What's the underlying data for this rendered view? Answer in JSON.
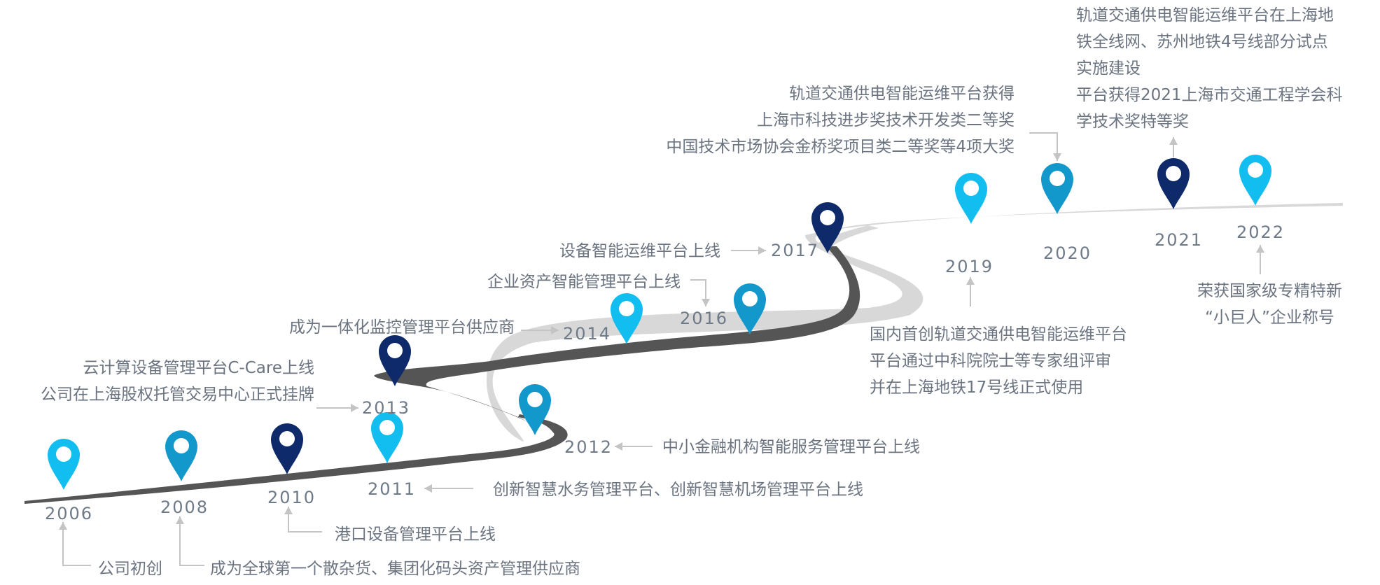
{
  "colors": {
    "road_dark": "#555555",
    "road_light": "#d8d8d8",
    "arrow": "#c4c4c4",
    "pin_light": "#12bdf0",
    "pin_mid": "#1398cc",
    "pin_dark": "#0e2a6b",
    "year_text": "#6e7a88",
    "desc_text": "#6b7480"
  },
  "milestones": [
    {
      "year": "2006",
      "pin": "light",
      "lines": [
        "公司初创"
      ]
    },
    {
      "year": "2008",
      "pin": "mid",
      "lines": [
        "成为全球第一个散杂货、集团化码头资产管理供应商"
      ]
    },
    {
      "year": "2010",
      "pin": "dark",
      "lines": [
        "港口设备管理平台上线"
      ]
    },
    {
      "year": "2011",
      "pin": "light",
      "lines": [
        "创新智慧水务管理平台、创新智慧机场管理平台上线"
      ]
    },
    {
      "year": "2012",
      "pin": "mid",
      "lines": [
        "中小金融机构智能服务管理平台上线"
      ]
    },
    {
      "year": "2013",
      "pin": "dark",
      "lines": [
        "云计算设备管理平台C-Care上线",
        "公司在上海股权托管交易中心正式挂牌"
      ]
    },
    {
      "year": "2014",
      "pin": "light",
      "lines": [
        "成为一体化监控管理平台供应商"
      ]
    },
    {
      "year": "2016",
      "pin": "mid",
      "lines": [
        "企业资产智能管理平台上线"
      ]
    },
    {
      "year": "2017",
      "pin": "dark",
      "lines": [
        "设备智能运维平台上线"
      ]
    },
    {
      "year": "2019",
      "pin": "light",
      "lines": [
        "国内首创轨道交通供电智能运维平台",
        "平台通过中科院院士等专家组评审",
        "并在上海地铁17号线正式使用"
      ]
    },
    {
      "year": "2020",
      "pin": "mid",
      "lines": [
        "轨道交通供电智能运维平台获得",
        "上海市科技进步奖技术开发类二等奖",
        "中国技术市场协会金桥奖项目类二等奖等4项大奖"
      ]
    },
    {
      "year": "2021",
      "pin": "dark",
      "lines": [
        "轨道交通供电智能运维平台在上海地",
        "铁全线网、苏州地铁4号线部分试点",
        "实施建设",
        "平台获得2021上海市交通工程学会科",
        "学技术奖特等奖"
      ]
    },
    {
      "year": "2022",
      "pin": "light",
      "lines": [
        "荣获国家级专精特新",
        "“小巨人”企业称号"
      ]
    }
  ]
}
